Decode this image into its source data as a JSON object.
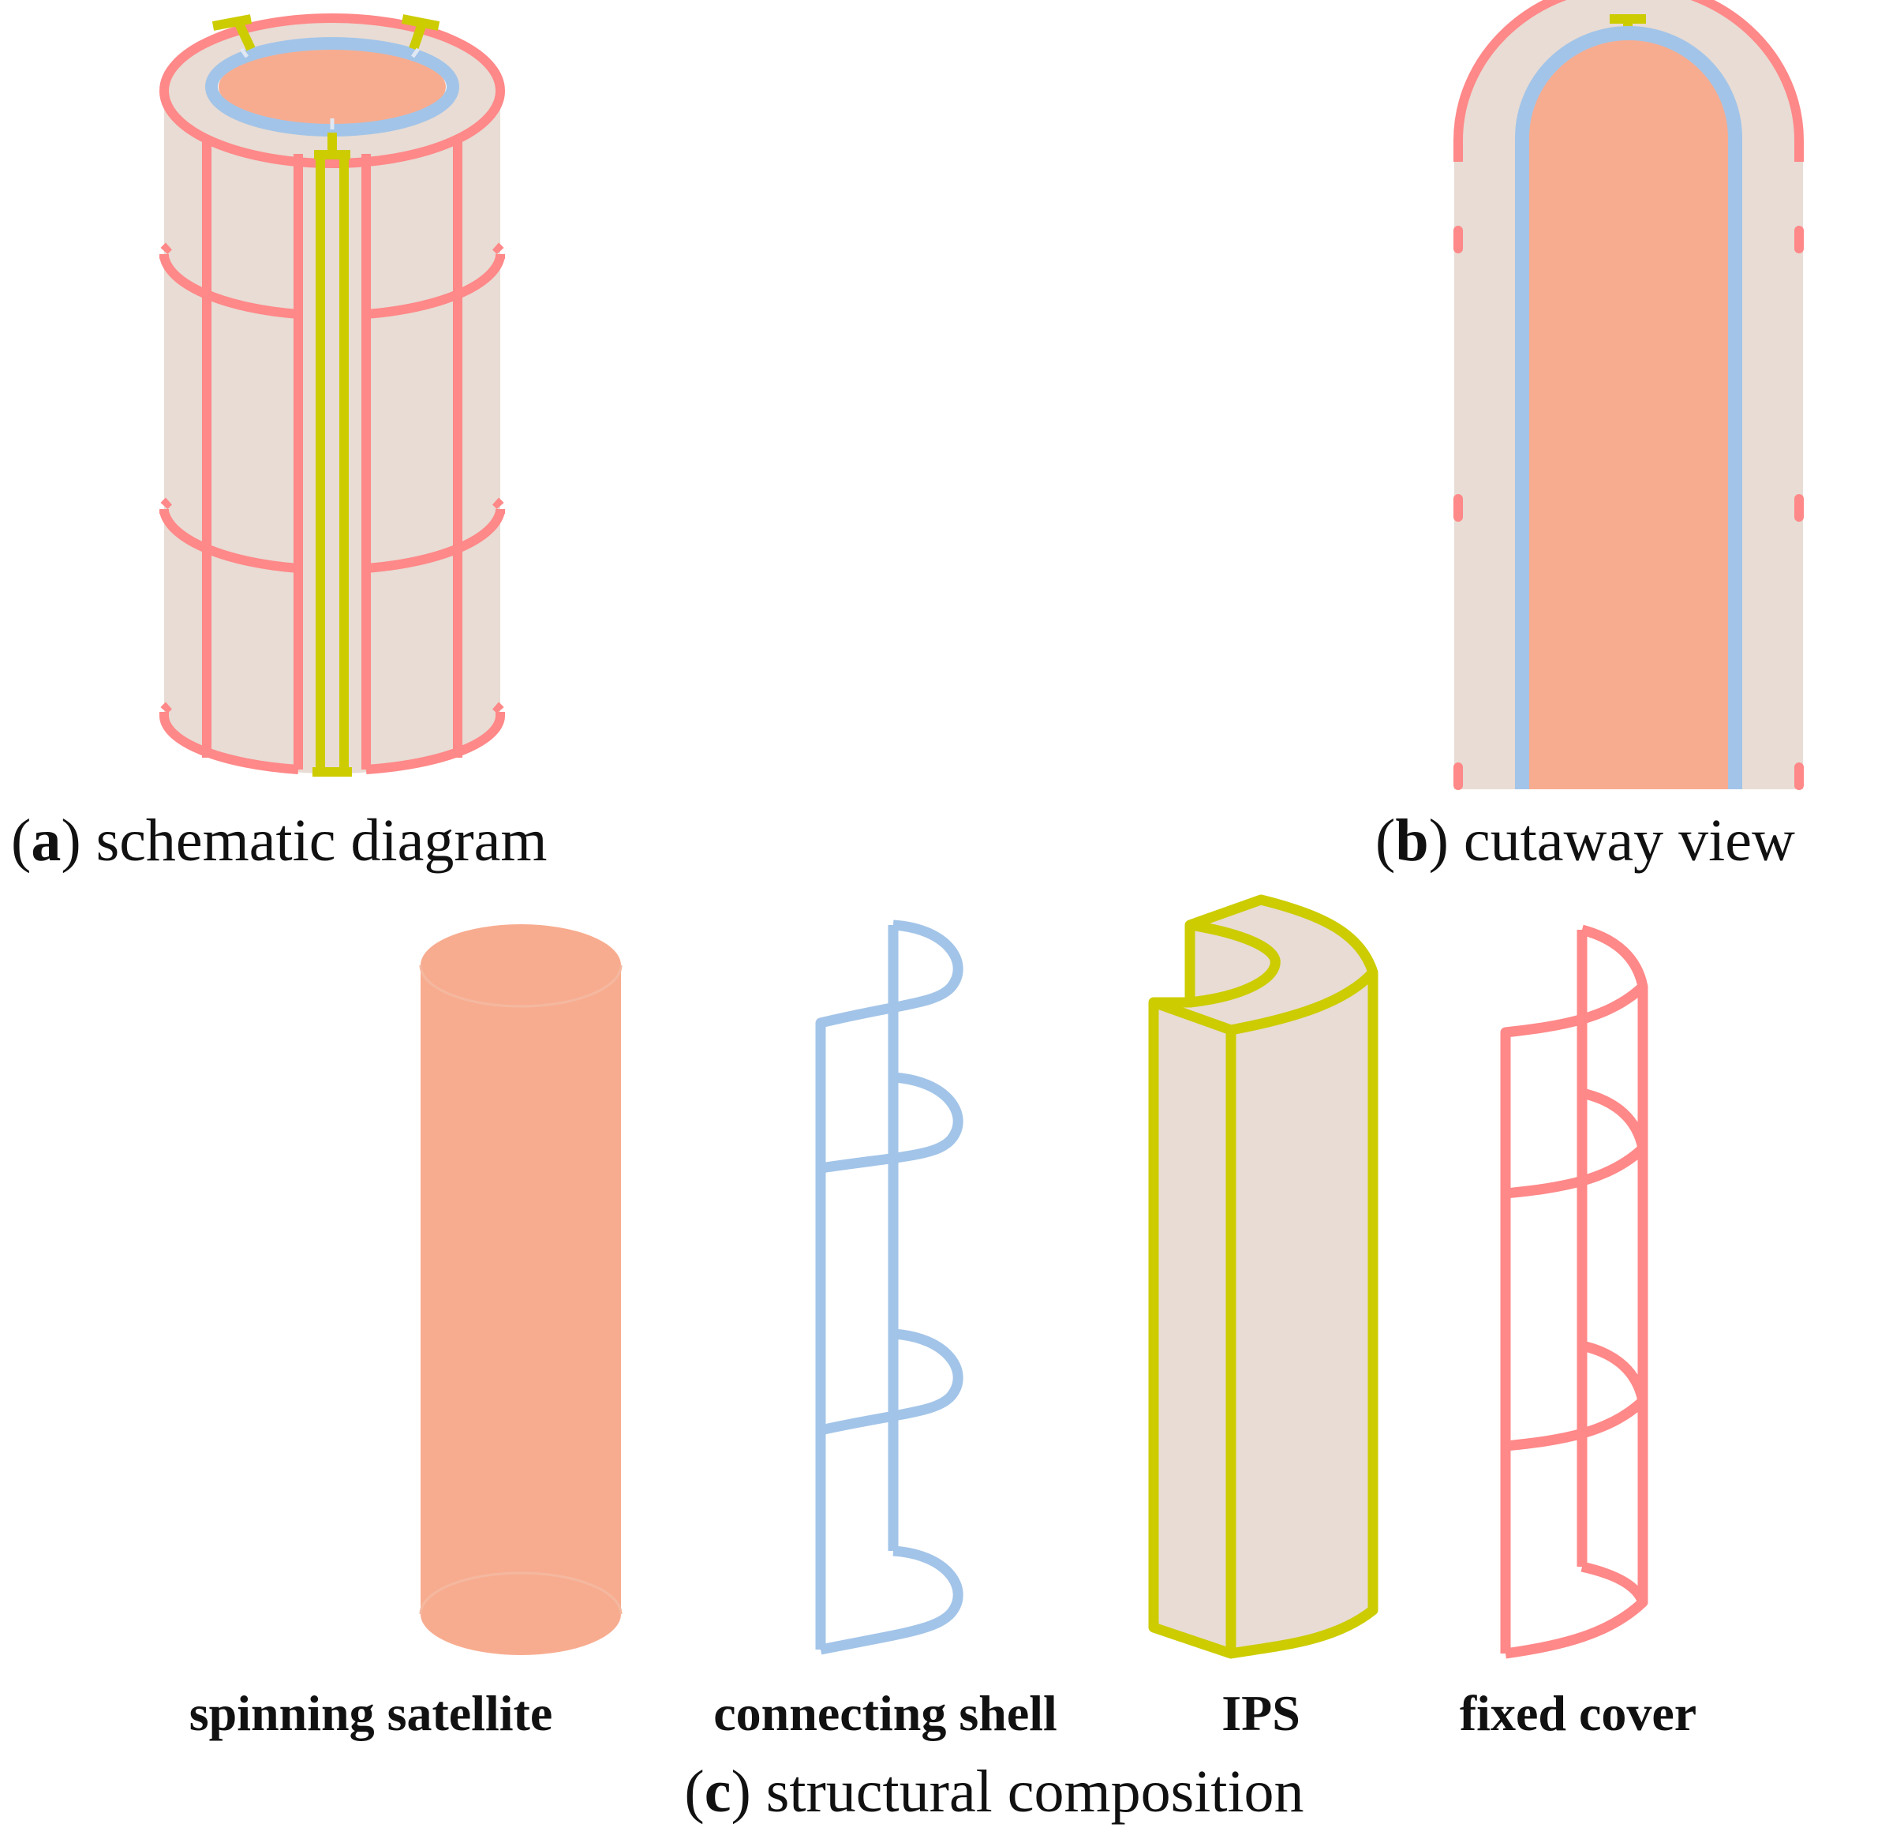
{
  "colors": {
    "fixed_cover": "#FF8888",
    "connecting_shell": "#A2C4E8",
    "ips": "#CCCC00",
    "spinning_satellite": "#F8AC8F",
    "ips_fill": "#E8DCD4"
  },
  "panel_a": {
    "letter": "a",
    "caption": "schematic diagram"
  },
  "panel_b": {
    "letter": "b",
    "caption": "cutaway view"
  },
  "panel_c": {
    "letter": "c",
    "caption": "structural composition",
    "parts": [
      {
        "label": "spinning satellite"
      },
      {
        "label": "connecting shell"
      },
      {
        "label": "IPS"
      },
      {
        "label": "fixed cover"
      }
    ]
  }
}
